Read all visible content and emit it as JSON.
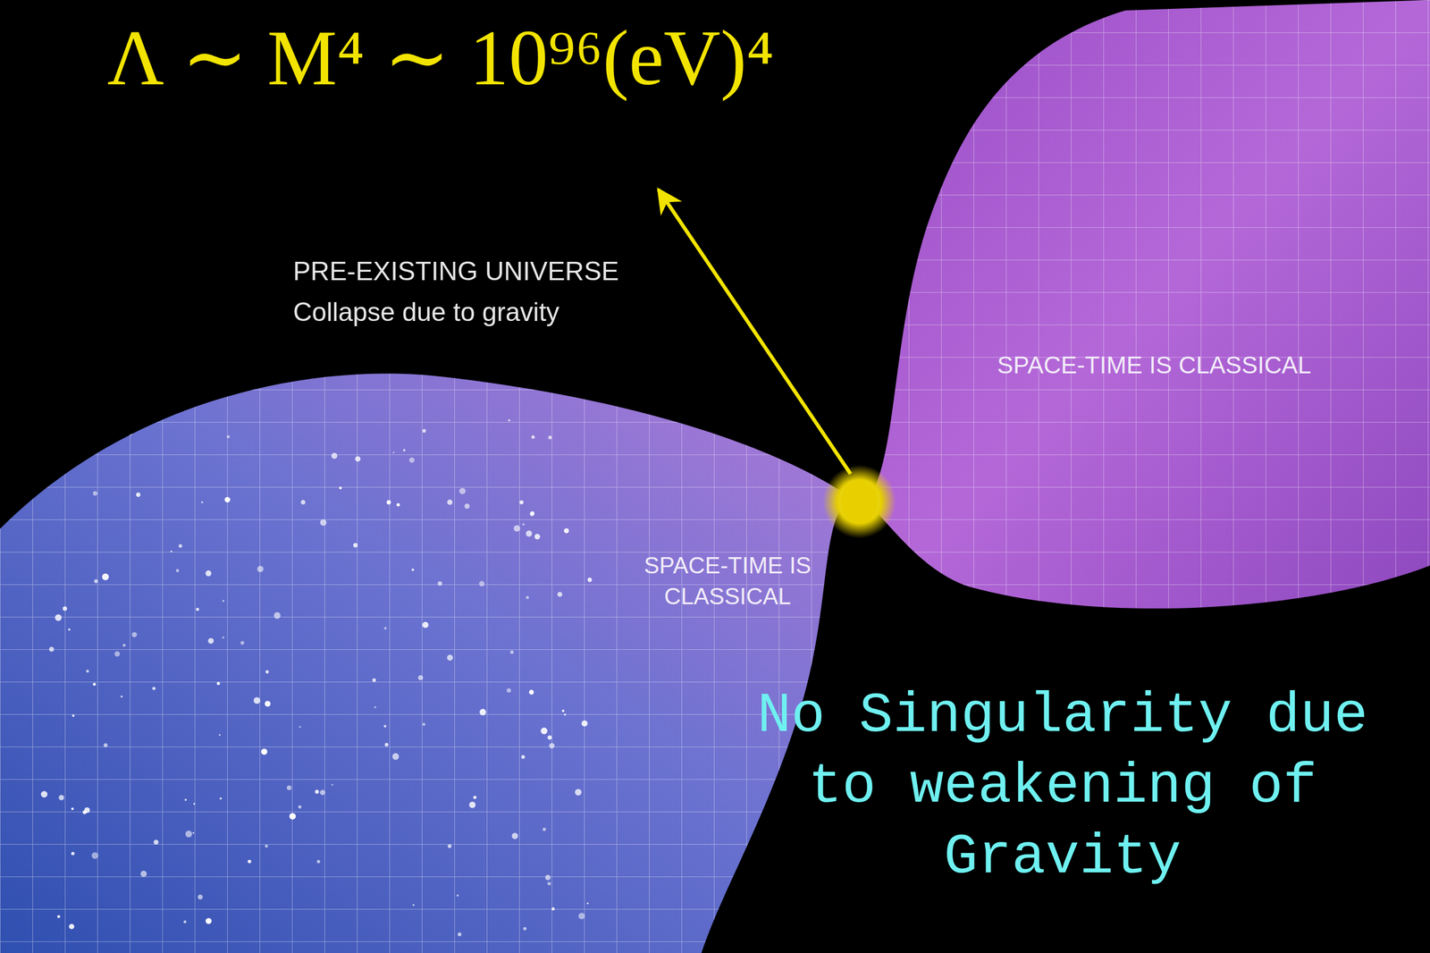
{
  "diagram": {
    "labels": [
      "Λ ∼ M⁴ ∼ 10⁹⁶(eV)⁴",
      "PRE-EXISTING UNIVERSE",
      "Collapse due to gravity",
      "SPACE-TIME IS CLASSICAL",
      "SPACE-TIME IS CLASSICAL",
      "No Singularity due to weakening of Gravity"
    ]
  }
}
